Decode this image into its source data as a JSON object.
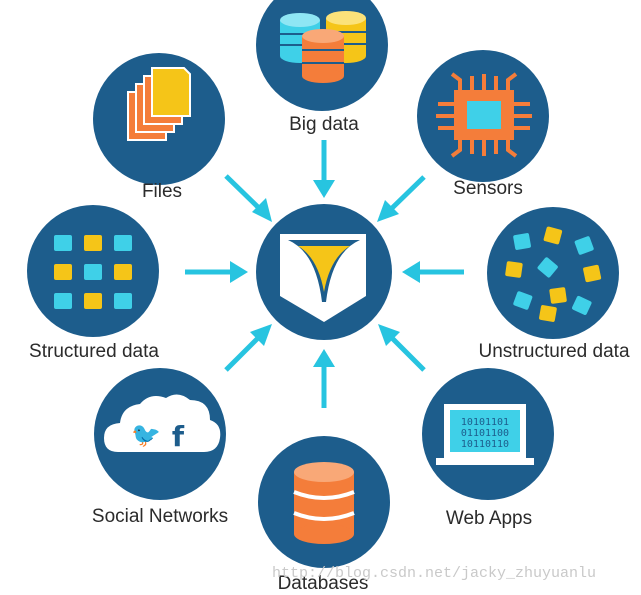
{
  "diagram": {
    "center_icon": "data-cube-logo",
    "colors": {
      "circle": "#1d5d8c",
      "arrow": "#27c4e0",
      "orange": "#f47d3a",
      "yellow": "#f5c518",
      "cyan": "#3fd0e8",
      "white": "#ffffff"
    },
    "nodes": [
      {
        "id": "big-data",
        "label": "Big data",
        "icon": "stacked-databases-icon"
      },
      {
        "id": "files",
        "label": "Files",
        "icon": "files-icon"
      },
      {
        "id": "sensors",
        "label": "Sensors",
        "icon": "chip-icon"
      },
      {
        "id": "structured-data",
        "label": "Structured data",
        "icon": "grid-squares-icon"
      },
      {
        "id": "unstructured-data",
        "label": "Unstructured data",
        "icon": "scattered-squares-icon"
      },
      {
        "id": "social-networks",
        "label": "Social Networks",
        "icon": "cloud-social-icon"
      },
      {
        "id": "web-apps",
        "label": "Web Apps",
        "icon": "laptop-binary-icon"
      },
      {
        "id": "databases",
        "label": "Databases",
        "icon": "database-icon"
      }
    ],
    "web_apps_binary": [
      "10101101",
      "01101100",
      "10110110"
    ],
    "social_glyphs": [
      "🐦",
      "f"
    ]
  },
  "watermark": "http://blog.csdn.net/jacky_zhuyuanlu"
}
